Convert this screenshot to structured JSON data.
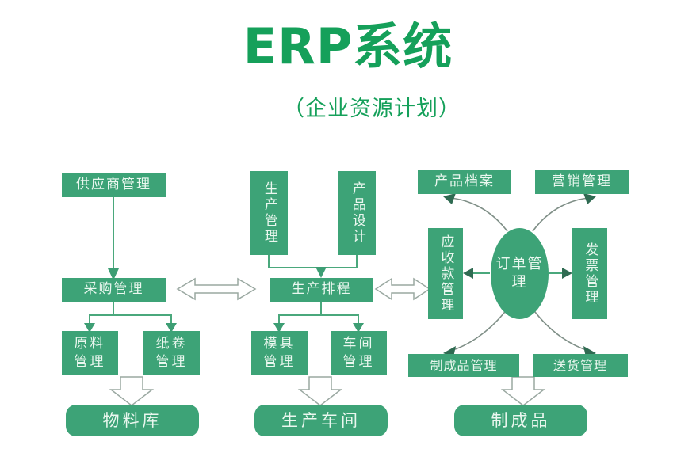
{
  "header": {
    "title": "ERP系统",
    "subtitle": "（企业资源计划）"
  },
  "colors": {
    "brand_green": "#15a05a",
    "node_fill": "#3da377",
    "node_text": "#eaf7ef",
    "line": "#4aa87c",
    "arc_line": "#7f8f87",
    "hollow_arrow_stroke": "#9aa8a1",
    "background": "#ffffff"
  },
  "diagram": {
    "type": "flowchart",
    "columns": [
      {
        "name": "procurement-column",
        "nodes": [
          "supplier-management",
          "purchase-management",
          "raw-material-management",
          "paper-roll-management",
          "material-warehouse"
        ]
      },
      {
        "name": "production-column",
        "nodes": [
          "production-management",
          "product-design",
          "production-scheduling",
          "mold-management",
          "workshop-management",
          "production-workshop"
        ]
      },
      {
        "name": "order-column",
        "nodes": [
          "product-archive",
          "marketing-management",
          "receivables-management",
          "order-management",
          "invoice-management",
          "finished-goods-management",
          "delivery-management",
          "finished-goods"
        ]
      }
    ],
    "nodes": {
      "supplier_management": "供应商管理",
      "purchase_management": "采购管理",
      "raw_material_management": "原料\n管理",
      "paper_roll_management": "纸卷\n管理",
      "material_warehouse": "物料库",
      "production_management": "生产管理",
      "product_design": "产品设计",
      "production_scheduling": "生产排程",
      "mold_management": "模具\n管理",
      "workshop_management": "车间\n管理",
      "production_workshop": "生产车间",
      "product_archive": "产品档案",
      "marketing_management": "营销管理",
      "receivables_management": "应收款管理",
      "order_management": "订单管理",
      "invoice_management": "发票管理",
      "finished_goods_management": "制成品管理",
      "delivery_management": "送货管理",
      "finished_goods": "制成品"
    },
    "connectors": [
      {
        "name": "supplier-to-purchase",
        "kind": "arrow-down"
      },
      {
        "name": "purchase-to-materials",
        "kind": "branch-down"
      },
      {
        "name": "materials-to-warehouse",
        "kind": "hollow-arrow-down"
      },
      {
        "name": "purchase-to-scheduling",
        "kind": "hollow-double-arrow"
      },
      {
        "name": "production-design-to-scheduling",
        "kind": "branch-down"
      },
      {
        "name": "scheduling-to-mold-workshop",
        "kind": "branch-down"
      },
      {
        "name": "mold-workshop-to-production-workshop",
        "kind": "hollow-arrow-down"
      },
      {
        "name": "scheduling-to-receivables",
        "kind": "hollow-double-arrow"
      },
      {
        "name": "order-to-receivables",
        "kind": "arrow-left"
      },
      {
        "name": "order-to-invoice",
        "kind": "arrow-right"
      },
      {
        "name": "order-to-product-archive",
        "kind": "arc-arrow-up-left"
      },
      {
        "name": "order-to-marketing",
        "kind": "arc-arrow-up-right"
      },
      {
        "name": "order-to-finished-goods-management",
        "kind": "arc-arrow-down-left"
      },
      {
        "name": "order-to-delivery",
        "kind": "arc-arrow-down-right"
      },
      {
        "name": "finished-management-to-finished-goods",
        "kind": "hollow-arrow-down"
      }
    ]
  }
}
